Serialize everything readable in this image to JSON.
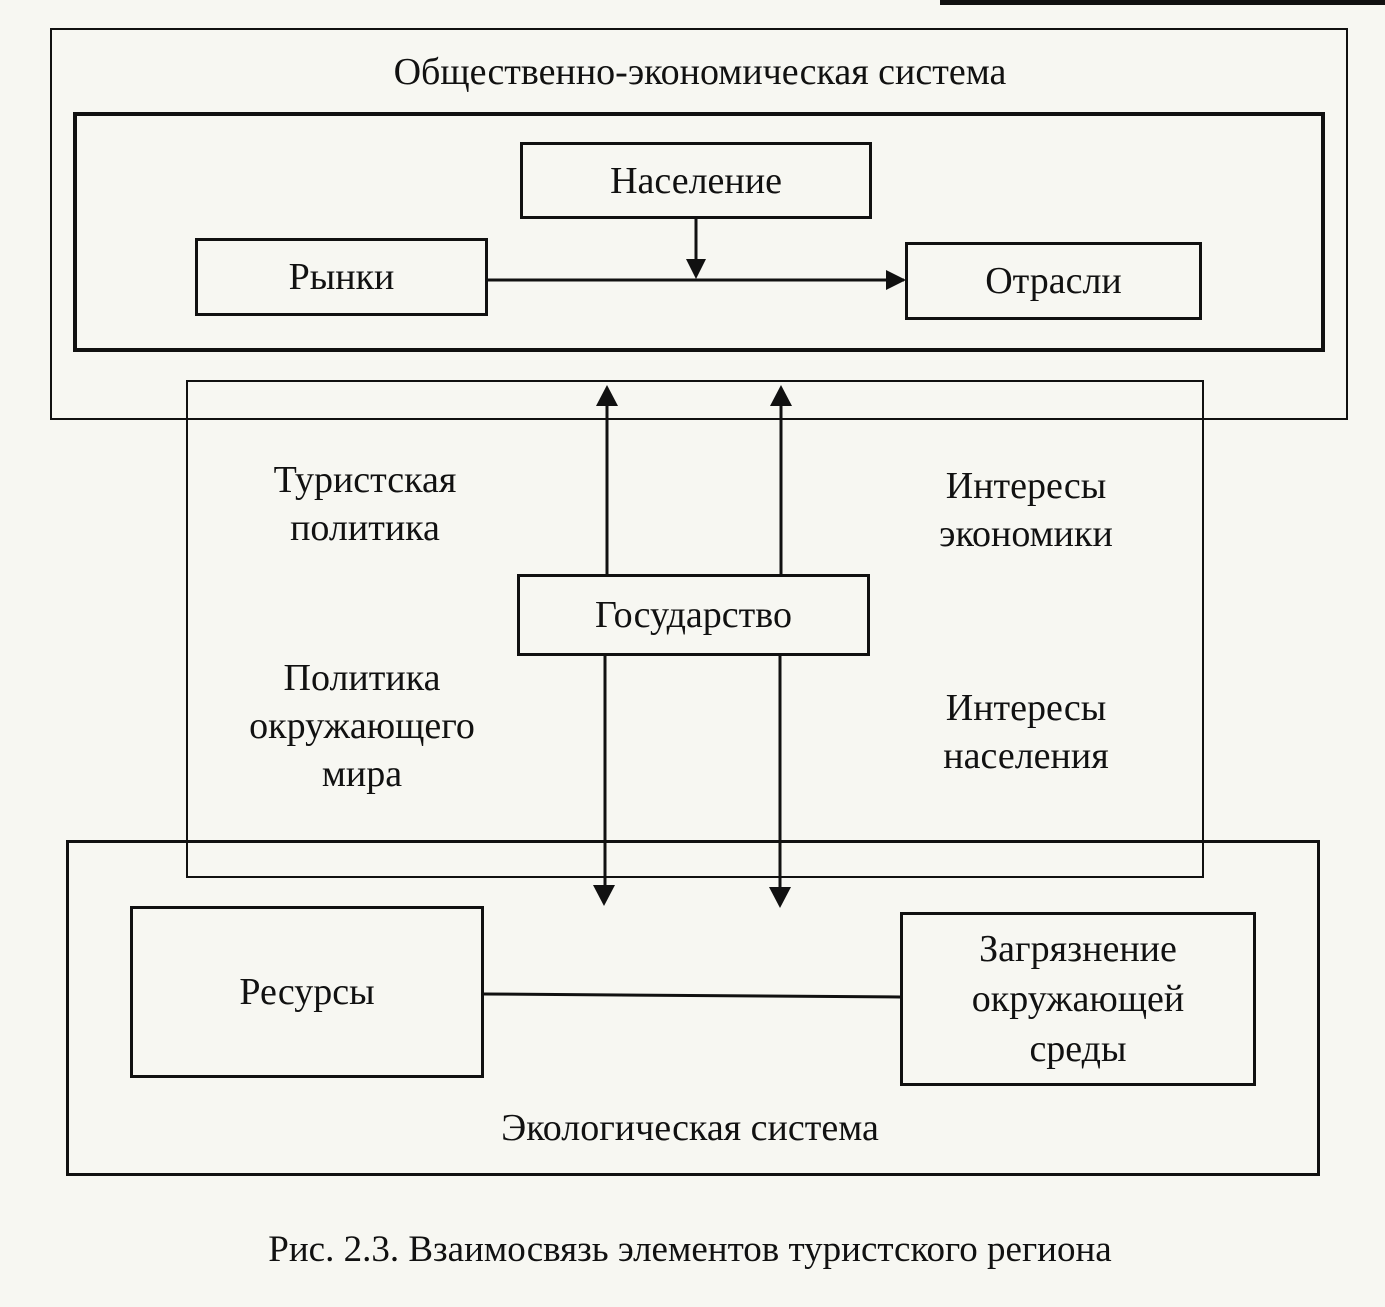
{
  "socio_economic": {
    "title": "Общественно-экономическая система",
    "population": "Население",
    "markets": "Рынки",
    "industries": "Отрасли"
  },
  "state_block": {
    "tourist_policy": "Туристская политика",
    "environment_policy": "Политика окружающего мира",
    "state": "Государство",
    "economy_interests": "Интересы экономики",
    "population_interests": "Интересы населения"
  },
  "ecological": {
    "title": "Экологическая система",
    "resources": "Ресурсы",
    "pollution": "Загрязнение окружающей среды"
  },
  "caption": "Рис. 2.3. Взаимосвязь элементов туристского региона"
}
